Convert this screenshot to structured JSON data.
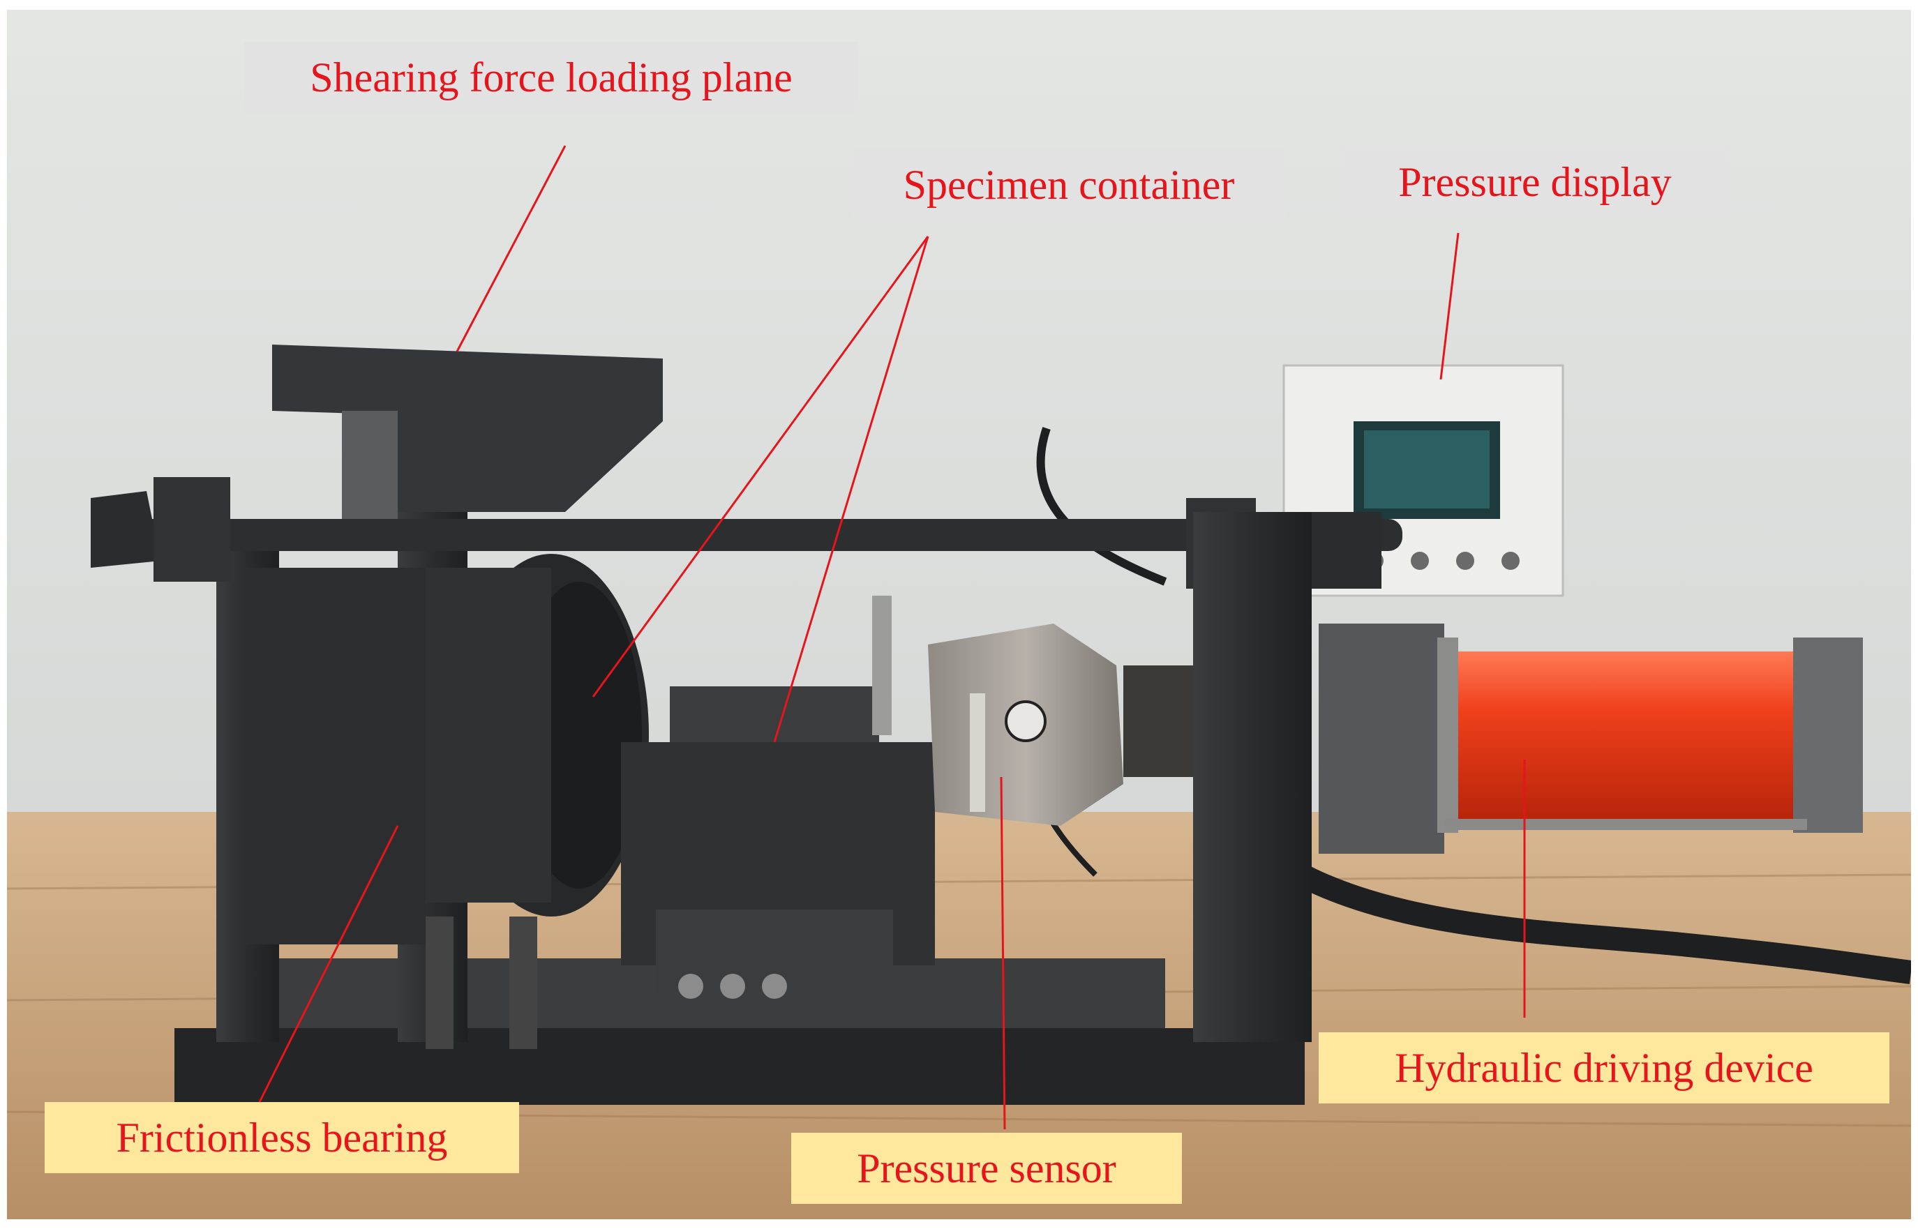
{
  "figure": {
    "labels": {
      "shearing_plane": "Shearing force loading plane",
      "specimen_container": "Specimen container",
      "pressure_display": "Pressure display",
      "frictionless_bearing": "Frictionless bearing",
      "pressure_sensor": "Pressure sensor",
      "hydraulic_device": "Hydraulic driving device"
    },
    "colors": {
      "label_text": "#e8141c",
      "leader_line": "#e8141c",
      "grey_label_bg": "#e2e2e2",
      "yellow_label_bg": "#fde89e",
      "hydraulic_cylinder": "#f0401c",
      "steel_frame": "#2b2d2e",
      "wall": "#d9dbd9",
      "bench": "#c9a57d"
    }
  }
}
